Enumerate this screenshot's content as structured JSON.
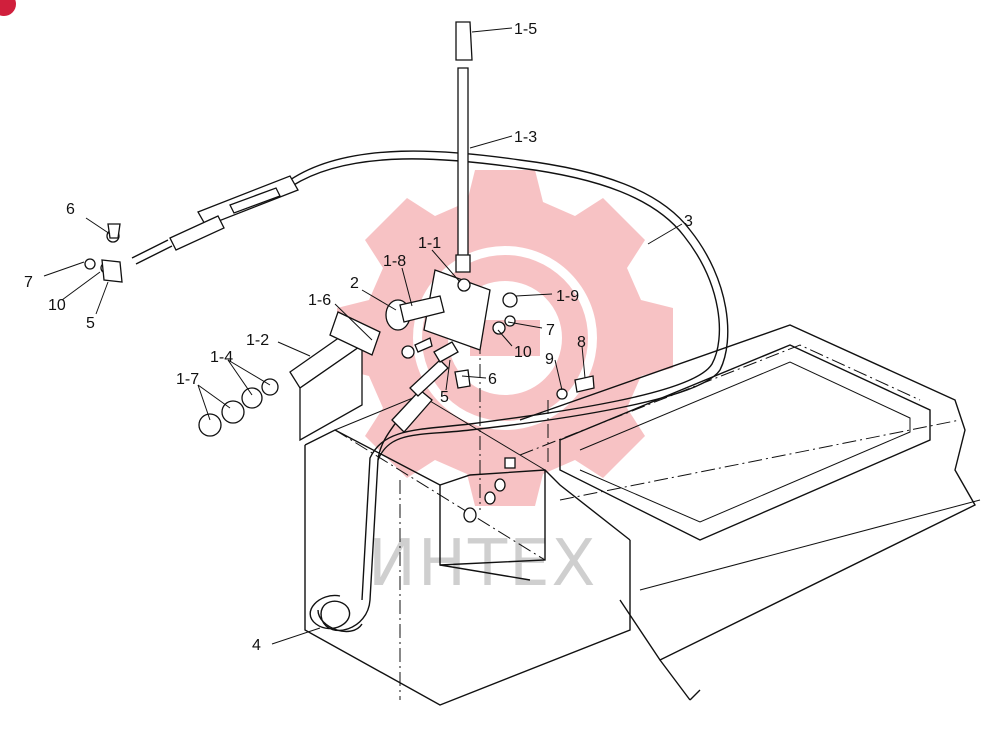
{
  "watermark": {
    "text": "ИНТЕХ",
    "color": "#e8434a",
    "text_color": "#cfcfcf"
  },
  "labels": {
    "p1_5": "1-5",
    "p1_3": "1-3",
    "p3": "3",
    "p1_1": "1-1",
    "p1_8": "1-8",
    "p2": "2",
    "p1_6": "1-6",
    "p1_2": "1-2",
    "p1_4": "1-4",
    "p1_7": "1-7",
    "p1_9": "1-9",
    "p7a": "7",
    "p10a": "10",
    "p6a": "6",
    "p5a": "5",
    "p9": "9",
    "p8": "8",
    "p6b": "6",
    "p7b": "7",
    "p10b": "10",
    "p5b": "5",
    "p4": "4"
  }
}
